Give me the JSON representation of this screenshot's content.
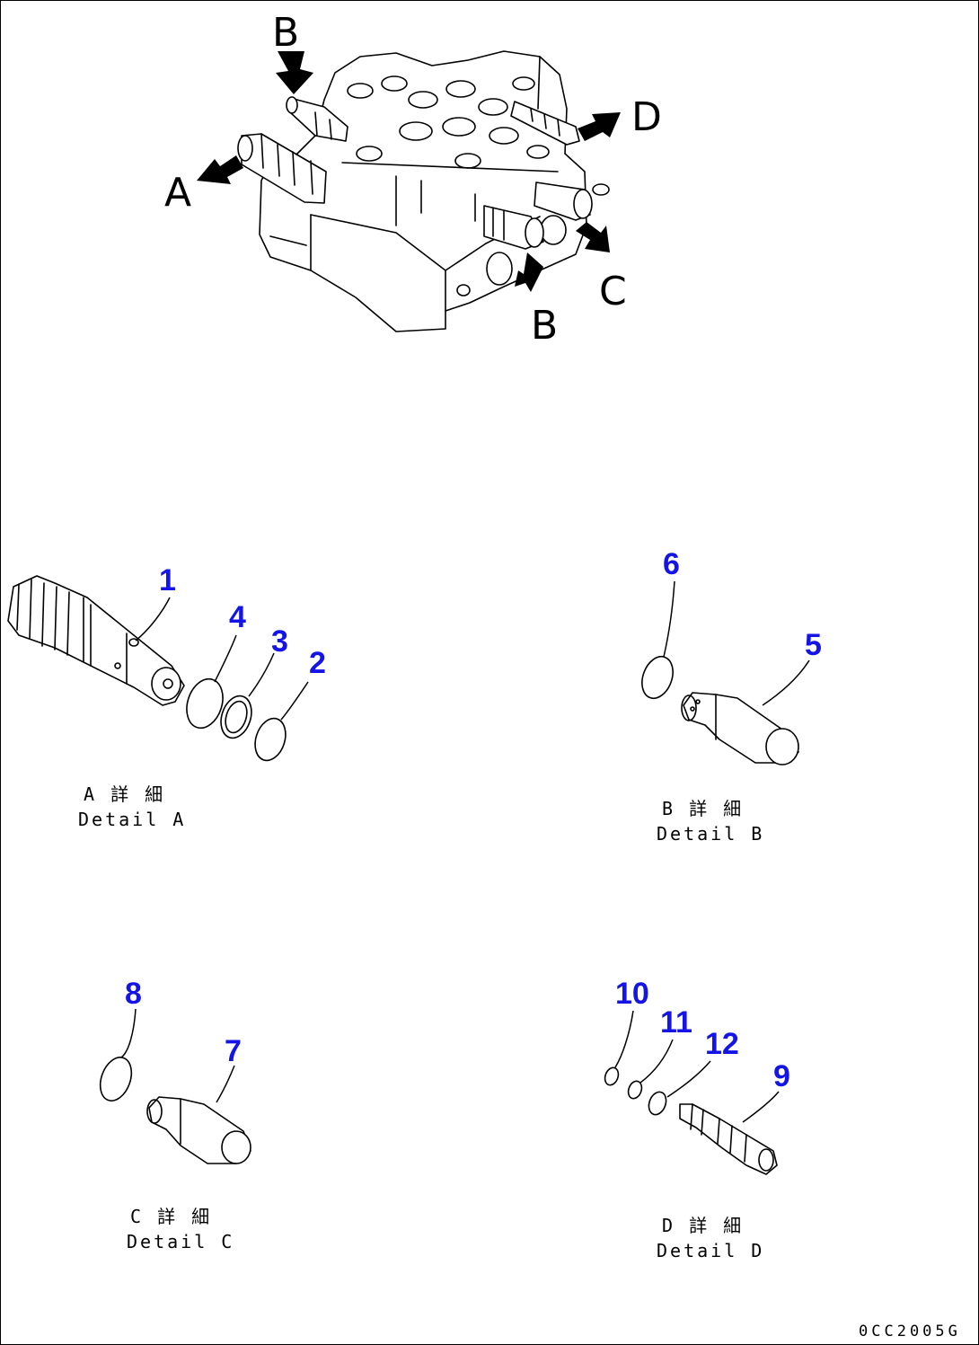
{
  "view_letters": {
    "a": "A",
    "b_top": "B",
    "b_bottom": "B",
    "c": "C",
    "d": "D"
  },
  "callouts": [
    "1",
    "2",
    "3",
    "4",
    "5",
    "6",
    "7",
    "8",
    "9",
    "10",
    "11",
    "12"
  ],
  "captions": {
    "a_jp": "A 詳 細",
    "a_en": "Detail A",
    "b_jp": "B 詳 細",
    "b_en": "Detail B",
    "c_jp": "C 詳 細",
    "c_en": "Detail C",
    "d_jp": "D 詳 細",
    "d_en": "Detail D"
  },
  "drawing_code": "0CC2005G",
  "colors": {
    "callout": "#1414e6",
    "line": "#000000",
    "background": "#ffffff"
  }
}
